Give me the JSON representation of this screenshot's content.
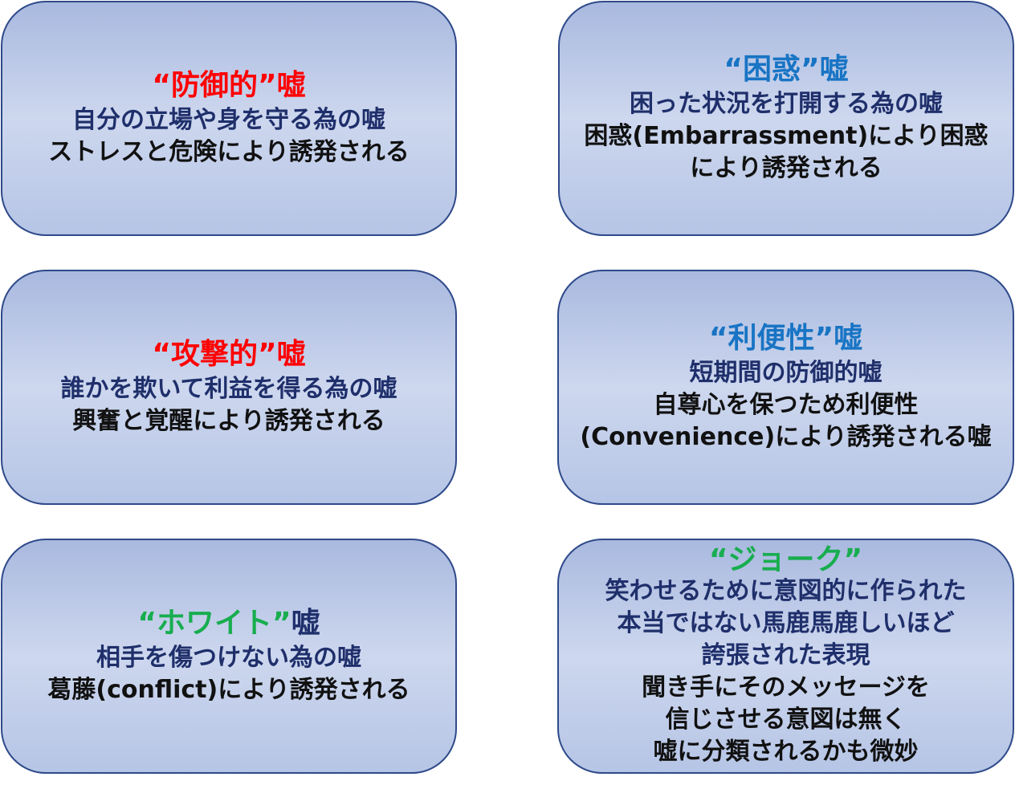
{
  "cards": [
    {
      "title_main": "“防御的”",
      "title_suffix": "嘘",
      "lines": [
        "自分の立場や身を守る為の嘘",
        "ストレスと危険により誘発される"
      ]
    },
    {
      "title_main": "“困惑”",
      "title_suffix": "嘘",
      "lines": [
        "困った状況を打開する為の嘘",
        "困惑(Embarrassment)により困惑",
        "により誘発される"
      ]
    },
    {
      "title_main": "“攻撃的”",
      "title_suffix": "嘘",
      "lines": [
        "誰かを欺いて利益を得る為の嘘",
        "興奮と覚醒により誘発される"
      ]
    },
    {
      "title_main": "“利便性”",
      "title_suffix": "嘘",
      "lines": [
        "短期間の防御的嘘",
        "自尊心を保つため利便性",
        "(Convenience)により誘発される嘘"
      ]
    },
    {
      "title_main": "“ホワイト”",
      "title_suffix": "嘘",
      "lines": [
        "相手を傷つけない為の嘘",
        "葛藤(conflict)により誘発される"
      ]
    },
    {
      "title_main": "“ジョーク”",
      "title_suffix": "",
      "lines": [
        "笑わせるために意図的に作られた",
        "本当ではない馬鹿馬鹿しいほど",
        "誇張された表現",
        "聞き手にそのメッセージを",
        "信じさせる意図は無く",
        "嘘に分類されるかも微妙"
      ]
    }
  ],
  "colors": {
    "red": "#ff0000",
    "blue": "#1874c4",
    "green": "#18ad4f",
    "navy": "#1f2f6b",
    "border": "#2f4a8a"
  }
}
